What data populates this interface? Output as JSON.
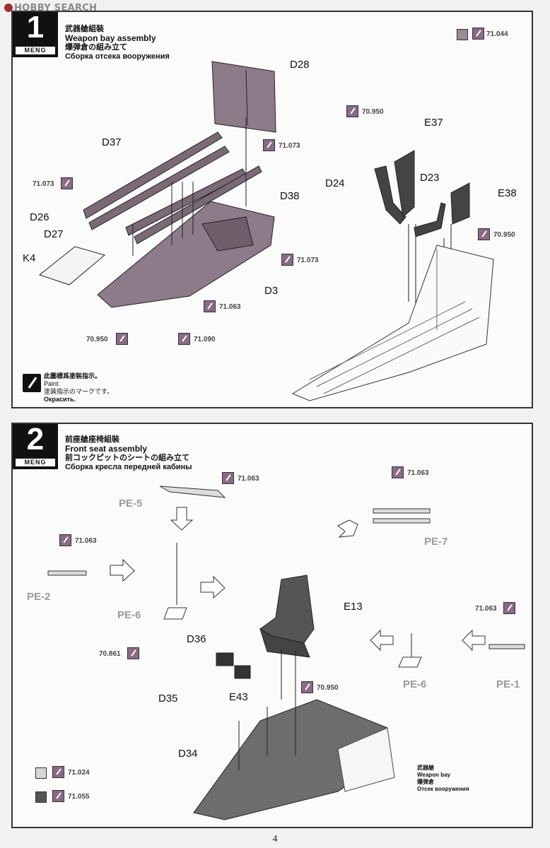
{
  "watermark": "HOBBY SEARCH",
  "page_number": "4",
  "brand": "MENG",
  "step1": {
    "number": "1",
    "title_cn": "武器艙組裝",
    "title_en": "Weapon bay assembly",
    "title_jp": "爆弾倉の組み立て",
    "title_ru": "Сборка отсека вооружения",
    "top_paint": "71.044",
    "parts": {
      "d28": "D28",
      "d37": "D37",
      "d38": "D38",
      "d26": "D26",
      "d27": "D27",
      "k4": "K4",
      "d3": "D3",
      "d24": "D24",
      "e37": "E37",
      "d23": "D23",
      "e38": "E38"
    },
    "paints": {
      "p1": "71.073",
      "p2": "71.073",
      "p3": "71.073",
      "p4": "71.063",
      "p5": "70.950",
      "p6": "71.090",
      "p7": "70.950",
      "p8": "70.950"
    },
    "note": {
      "cn": "此圖標爲塗裝指示。",
      "en": "Paint.",
      "jp": "塗装指示のマークです。",
      "ru": "Окрасить."
    }
  },
  "step2": {
    "number": "2",
    "title_cn": "前座艙座椅組裝",
    "title_en": "Front seat assembly",
    "title_jp": "前コックピットのシートの組み立て",
    "title_ru": "Сборка кресла передней кабины",
    "parts": {
      "pe5": "PE-5",
      "pe7": "PE-7",
      "pe2": "PE-2",
      "pe6a": "PE-6",
      "pe6b": "PE-6",
      "pe1": "PE-1",
      "e13": "E13",
      "d36": "D36",
      "d35": "D35",
      "e43": "E43",
      "d34": "D34"
    },
    "paints": {
      "p1": "71.063",
      "p2": "71.063",
      "p3": "71.063",
      "p4": "71.063",
      "p5": "70.861",
      "p6": "70.950"
    },
    "legend": [
      {
        "code": "71.024",
        "color": "#d6d6d8"
      },
      {
        "code": "71.055",
        "color": "#555555"
      }
    ],
    "bay_label": {
      "cn": "武器艙",
      "en": "Weapon bay",
      "jp": "爆弾倉",
      "ru": "Отсек вооружения"
    }
  },
  "colors": {
    "swatch_top": "#9a8a96",
    "paint_box": "#8a6a84",
    "part_dark": "#444444",
    "part_mauve": "#8d7b89"
  }
}
